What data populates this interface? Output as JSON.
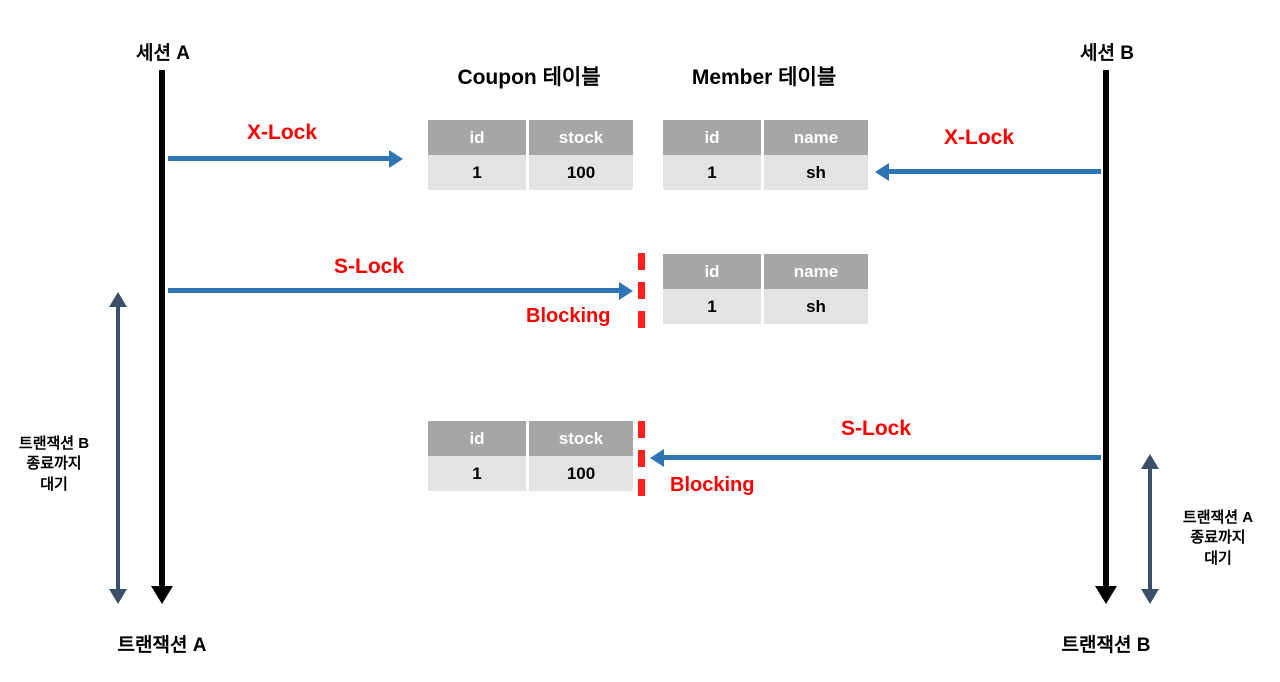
{
  "diagram": {
    "title_left_session": "세션 A",
    "title_right_session": "세션 B",
    "bottom_left_txn": "트랜잭션 A",
    "bottom_right_txn": "트랜잭션 B",
    "wait_left": "트랜잭션 B\n종료까지\n대기",
    "wait_right": "트랜잭션 A\n종료까지\n대기"
  },
  "tables": {
    "coupon": {
      "title": "Coupon 테이블",
      "columns": [
        "id",
        "stock"
      ],
      "rows": [
        [
          "1",
          "100"
        ]
      ]
    },
    "member": {
      "title": "Member 테이블",
      "columns": [
        "id",
        "name"
      ],
      "rows": [
        [
          "1",
          "sh"
        ]
      ]
    }
  },
  "steps": [
    {
      "id": "step1-a-xlock-coupon",
      "label": "X-Lock",
      "direction": "right",
      "blocked": false
    },
    {
      "id": "step1-b-xlock-member",
      "label": "X-Lock",
      "direction": "left",
      "blocked": false
    },
    {
      "id": "step2-a-slock-member",
      "label": "S-Lock",
      "direction": "right",
      "blocked": true,
      "blocking_label": "Blocking"
    },
    {
      "id": "step3-b-slock-coupon",
      "label": "S-Lock",
      "direction": "left",
      "blocked": true,
      "blocking_label": "Blocking"
    }
  ],
  "colors": {
    "arrow_blue": "#2E75B6",
    "lock_red": "#FF0000",
    "blocking_red": "#FF2020",
    "lifeline_black": "#000000",
    "wait_arrow": "#3C4F68",
    "table_header": "#A6A6A6",
    "table_row": "#E3E3E3"
  }
}
